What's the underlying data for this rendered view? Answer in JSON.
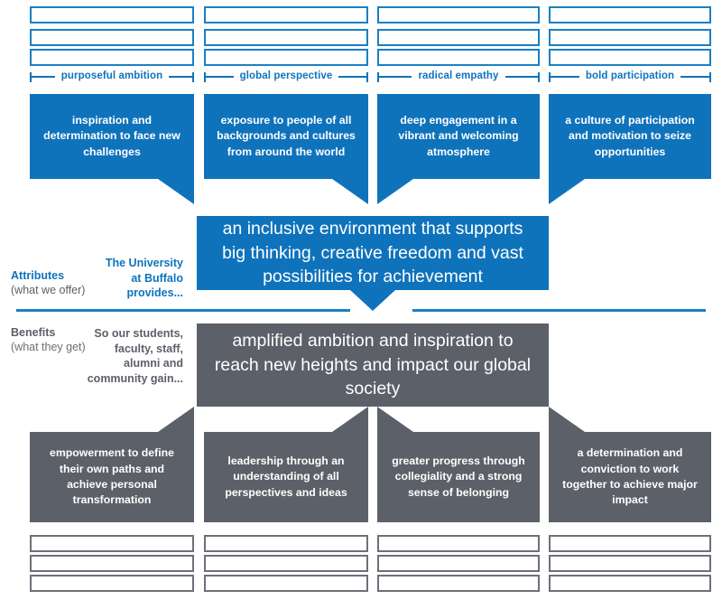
{
  "theme": {
    "blue": "#0f73bc",
    "blue_light": "#1a7fc4",
    "gray": "#5c6069",
    "gray_outline": "#6c7079",
    "white": "#ffffff"
  },
  "columns": [
    {
      "caption": "purposeful ambition"
    },
    {
      "caption": "global perspective"
    },
    {
      "caption": "radical empathy"
    },
    {
      "caption": "bold participation"
    }
  ],
  "top_blank_rows": 3,
  "bottom_blank_rows": 3,
  "attribute_cards": [
    {
      "text": "inspiration and determination to face new challenges",
      "tail": "bottom-right"
    },
    {
      "text": "exposure to people of all backgrounds and cultures from around the world",
      "tail": "bottom-right"
    },
    {
      "text": "deep engagement in a vibrant and welcoming atmosphere",
      "tail": "bottom-left"
    },
    {
      "text": "a culture of participation and motivation to seize opportunities",
      "tail": "bottom-left"
    }
  ],
  "attributes_statement": "an inclusive environment that supports big thinking, creative freedom and vast possibilities for achievement",
  "benefits_statement": "amplified ambition and inspiration to reach new heights and impact our global society",
  "benefit_cards": [
    {
      "text": "empowerment to define their own paths and achieve personal transformation",
      "tail": "top-right"
    },
    {
      "text": "leadership through an understanding of all perspectives and ideas",
      "tail": "top-right"
    },
    {
      "text": "greater progress through collegiality and a strong sense of belonging",
      "tail": "top-left"
    },
    {
      "text": "a determination and conviction to work together to achieve major impact",
      "tail": "top-left"
    }
  ],
  "rails": {
    "attributes": {
      "heading": "Attributes",
      "subtext": "(what we offer)"
    },
    "benefits": {
      "heading": "Benefits",
      "subtext": "(what they get)"
    }
  },
  "leads": {
    "attributes": "The University at Buffalo provides...",
    "benefits": "So our students, faculty, staff, alumni and community gain..."
  }
}
